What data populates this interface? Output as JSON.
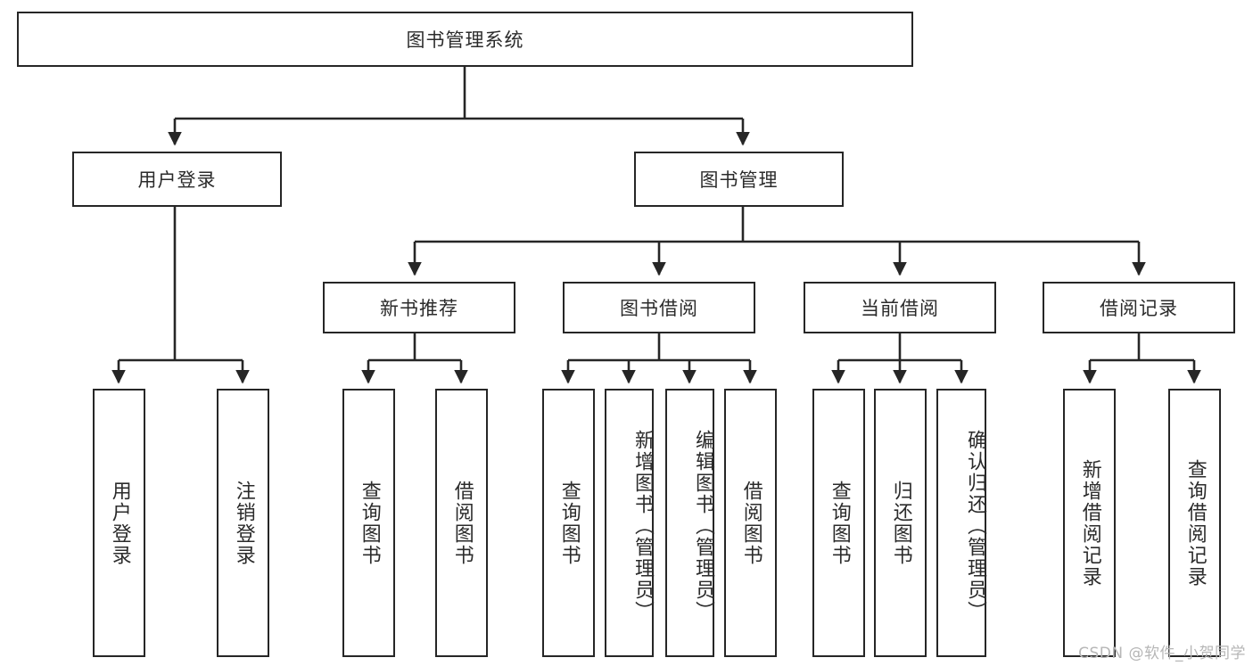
{
  "diagram": {
    "title": "图书管理系统",
    "type": "tree",
    "root": "图书管理系统",
    "nodes": {
      "root": {
        "label": "图书管理系统",
        "orientation": "horizontal"
      },
      "user_login": {
        "label": "用户登录",
        "orientation": "horizontal"
      },
      "book_mgmt": {
        "label": "图书管理",
        "orientation": "horizontal"
      },
      "new_book_rec": {
        "label": "新书推荐",
        "orientation": "horizontal"
      },
      "book_borrow": {
        "label": "图书借阅",
        "orientation": "horizontal"
      },
      "current_borrow": {
        "label": "当前借阅",
        "orientation": "horizontal"
      },
      "borrow_record": {
        "label": "借阅记录",
        "orientation": "horizontal"
      },
      "leaf_user_login": {
        "label": "用户登录",
        "orientation": "vertical"
      },
      "leaf_logout": {
        "label": "注销登录",
        "orientation": "vertical"
      },
      "leaf_query_1": {
        "label": "查询图书",
        "orientation": "vertical"
      },
      "leaf_borrow_1": {
        "label": "借阅图书",
        "orientation": "vertical"
      },
      "leaf_query_2": {
        "label": "查询图书",
        "orientation": "vertical"
      },
      "leaf_add_book": {
        "label": "新增图书（管理员）",
        "orientation": "vertical"
      },
      "leaf_edit_book": {
        "label": "编辑图书（管理员）",
        "orientation": "vertical"
      },
      "leaf_borrow_2": {
        "label": "借阅图书",
        "orientation": "vertical"
      },
      "leaf_query_3": {
        "label": "查询图书",
        "orientation": "vertical"
      },
      "leaf_return": {
        "label": "归还图书",
        "orientation": "vertical"
      },
      "leaf_confirm": {
        "label": "确认归还（管理员）",
        "orientation": "vertical"
      },
      "leaf_add_rec": {
        "label": "新增借阅记录",
        "orientation": "vertical"
      },
      "leaf_query_rec": {
        "label": "查询借阅记录",
        "orientation": "vertical"
      }
    },
    "edges": [
      {
        "from": "root",
        "to": "user_login"
      },
      {
        "from": "root",
        "to": "book_mgmt"
      },
      {
        "from": "user_login",
        "to": "leaf_user_login"
      },
      {
        "from": "user_login",
        "to": "leaf_logout"
      },
      {
        "from": "book_mgmt",
        "to": "new_book_rec"
      },
      {
        "from": "book_mgmt",
        "to": "book_borrow"
      },
      {
        "from": "book_mgmt",
        "to": "current_borrow"
      },
      {
        "from": "book_mgmt",
        "to": "borrow_record"
      },
      {
        "from": "new_book_rec",
        "to": "leaf_query_1"
      },
      {
        "from": "new_book_rec",
        "to": "leaf_borrow_1"
      },
      {
        "from": "book_borrow",
        "to": "leaf_query_2"
      },
      {
        "from": "book_borrow",
        "to": "leaf_add_book"
      },
      {
        "from": "book_borrow",
        "to": "leaf_edit_book"
      },
      {
        "from": "book_borrow",
        "to": "leaf_borrow_2"
      },
      {
        "from": "current_borrow",
        "to": "leaf_query_3"
      },
      {
        "from": "current_borrow",
        "to": "leaf_return"
      },
      {
        "from": "current_borrow",
        "to": "leaf_confirm"
      },
      {
        "from": "borrow_record",
        "to": "leaf_add_rec"
      },
      {
        "from": "borrow_record",
        "to": "leaf_query_rec"
      }
    ],
    "colors": {
      "stroke": "#262626",
      "fill": "#ffffff",
      "text": "#2b2b2b",
      "watermark": "#b6b6b6"
    }
  },
  "watermark": {
    "text": "CSDN @软件_小贺同学"
  }
}
